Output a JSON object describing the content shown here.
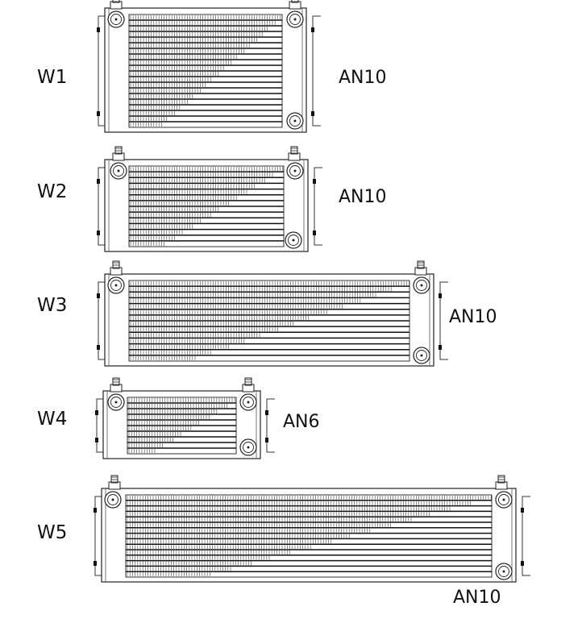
{
  "coolers": [
    {
      "model": "W1",
      "fitting": "AN10"
    },
    {
      "model": "W2",
      "fitting": "AN10"
    },
    {
      "model": "W3",
      "fitting": "AN10"
    },
    {
      "model": "W4",
      "fitting": "AN6"
    },
    {
      "model": "W5",
      "fitting": "AN10"
    }
  ]
}
